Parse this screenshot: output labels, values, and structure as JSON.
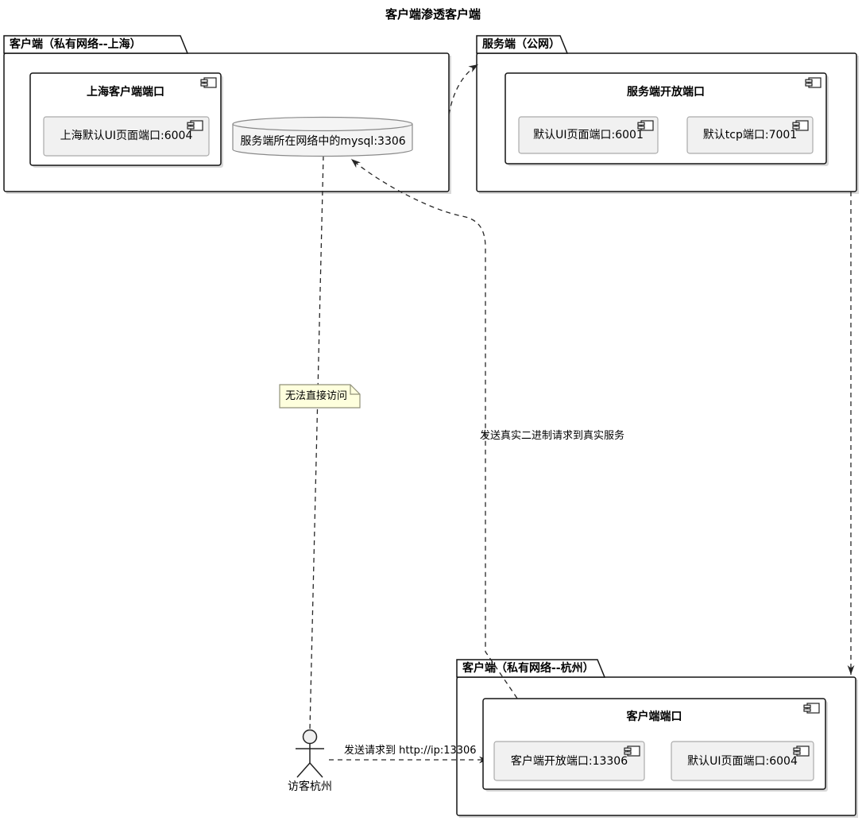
{
  "title": "客户端渗透客户端",
  "packages": {
    "shanghai": {
      "label": "客户端（私有网络--上海）"
    },
    "server": {
      "label": "服务端（公网）"
    },
    "hangzhou": {
      "label": "客户端（私有网络--杭州）"
    }
  },
  "components": {
    "shanghai_port": {
      "title": "上海客户端端口",
      "children": {
        "ui": "上海默认UI页面端口:6004"
      }
    },
    "server_port": {
      "title": "服务端开放端口",
      "children": {
        "ui": "默认UI页面端口:6001",
        "tcp": "默认tcp端口:7001"
      }
    },
    "hangzhou_port": {
      "title": "客户端端口",
      "children": {
        "open": "客户端开放端口:13306",
        "ui": "默认UI页面端口:6004"
      }
    }
  },
  "database": {
    "label": "服务端所在网络中的mysql:3306"
  },
  "note": {
    "text": "无法直接访问"
  },
  "actor": {
    "label": "访客杭州"
  },
  "edge_labels": {
    "binary_request": "发送真实二进制请求到真实服务",
    "visitor_request": "发送请求到 http://ip:13306"
  },
  "colors": {
    "border": "#141414",
    "line": "#262626",
    "inner_component_fill": "#f1f1f1",
    "inner_component_border": "#ababab",
    "database_fill": "#f4f4f4",
    "note_fill": "#feffdd",
    "note_border": "#91917a",
    "shadow": "#d9d9d9"
  }
}
